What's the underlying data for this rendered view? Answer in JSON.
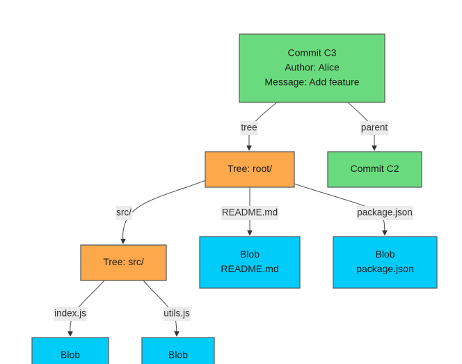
{
  "colors": {
    "commit": "#6ada7e",
    "tree": "#fda84a",
    "blob": "#00ccfa",
    "border": "#5a6060",
    "edge": "#555555",
    "label_bg": "#ebebeb"
  },
  "nodes": [
    {
      "id": "c3",
      "kind": "commit",
      "lines": [
        "Commit C3",
        "Author: Alice",
        "Message: Add feature"
      ]
    },
    {
      "id": "root",
      "kind": "tree",
      "lines": [
        "Tree: root/"
      ]
    },
    {
      "id": "c2",
      "kind": "commit",
      "lines": [
        "Commit C2"
      ]
    },
    {
      "id": "src",
      "kind": "tree",
      "lines": [
        "Tree: src/"
      ]
    },
    {
      "id": "readme",
      "kind": "blob",
      "lines": [
        "Blob",
        "README.md"
      ]
    },
    {
      "id": "pkg",
      "kind": "blob",
      "lines": [
        "Blob",
        "package.json"
      ]
    },
    {
      "id": "indexjs",
      "kind": "blob",
      "lines": [
        "Blob"
      ]
    },
    {
      "id": "utilsjs",
      "kind": "blob",
      "lines": [
        "Blob"
      ]
    }
  ],
  "edges": [
    {
      "from": "c3",
      "to": "root",
      "label": "tree"
    },
    {
      "from": "c3",
      "to": "c2",
      "label": "parent"
    },
    {
      "from": "root",
      "to": "src",
      "label": "src/"
    },
    {
      "from": "root",
      "to": "readme",
      "label": "README.md"
    },
    {
      "from": "root",
      "to": "pkg",
      "label": "package.json"
    },
    {
      "from": "src",
      "to": "indexjs",
      "label": "index.js"
    },
    {
      "from": "src",
      "to": "utilsjs",
      "label": "utils.js"
    }
  ]
}
